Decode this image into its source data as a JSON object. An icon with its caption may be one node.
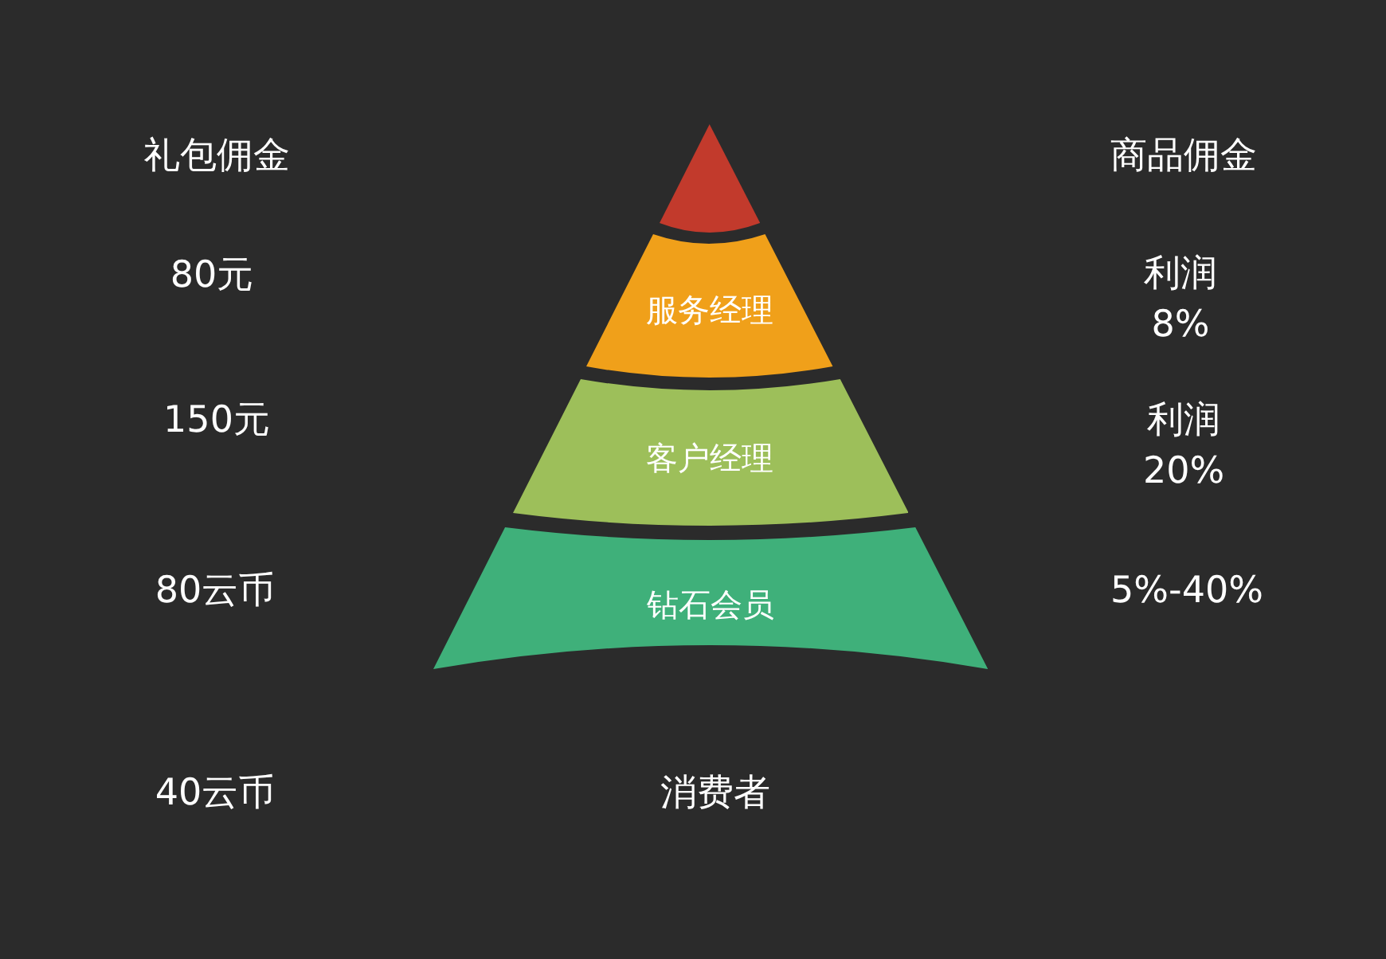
{
  "diagram": {
    "nodes": [
      {
        "text": [],
        "shape": "triangle"
      },
      {
        "text": [
          "服务经理"
        ]
      },
      {
        "text": [
          "客户经理"
        ]
      },
      {
        "text": [
          "钻石会员"
        ]
      }
    ],
    "labels": [
      "礼包佣金",
      "商品佣金",
      "80元",
      "利润 8%",
      "150元",
      "利润 20%",
      "80云币",
      "5%-40%",
      "40云币",
      "消费者"
    ]
  }
}
